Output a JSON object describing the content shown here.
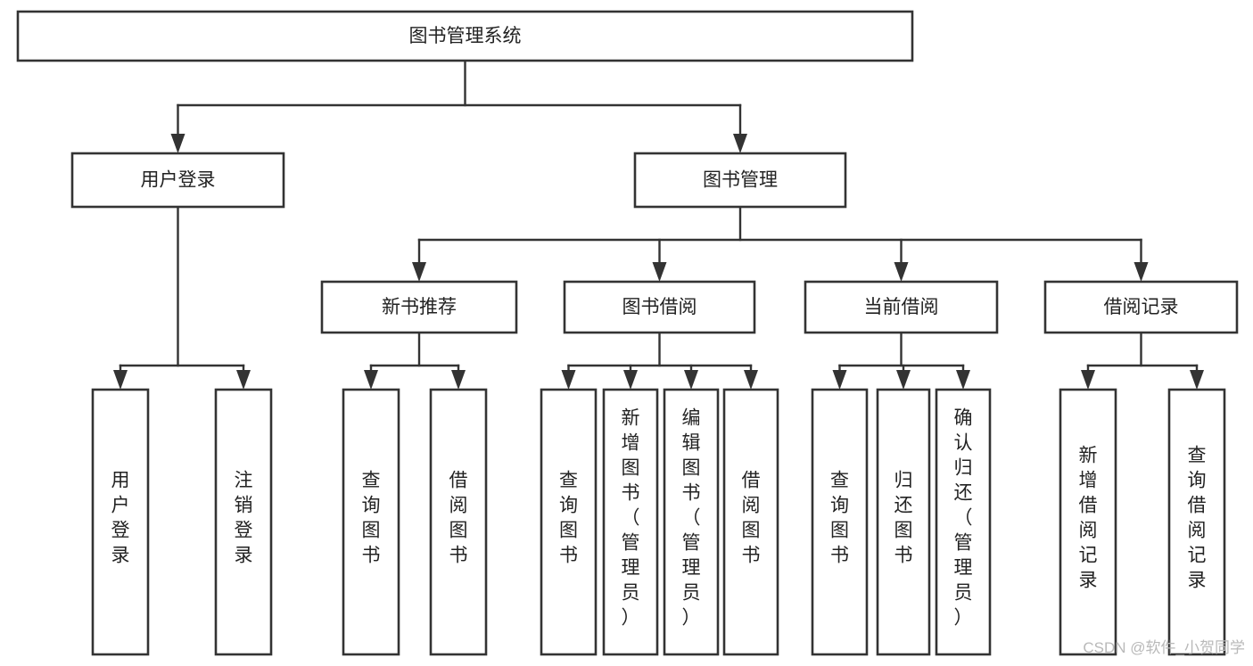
{
  "diagram": {
    "title": "图书管理系统",
    "type": "tree-hierarchy-diagram",
    "colors": {
      "box_stroke": "#333333",
      "box_fill": "#ffffff",
      "text": "#222222",
      "canvas": "#ffffff",
      "watermark": "#b9b9b9"
    },
    "root": {
      "id": "root",
      "label": "图书管理系统"
    },
    "level2": [
      {
        "id": "user-login",
        "label": "用户登录"
      },
      {
        "id": "book-management",
        "label": "图书管理"
      }
    ],
    "level3": [
      {
        "id": "new-book-recommend",
        "label": "新书推荐",
        "parent": "book-management"
      },
      {
        "id": "book-borrow",
        "label": "图书借阅",
        "parent": "book-management"
      },
      {
        "id": "current-borrow",
        "label": "当前借阅",
        "parent": "book-management"
      },
      {
        "id": "borrow-record",
        "label": "借阅记录",
        "parent": "book-management"
      }
    ],
    "leaves": {
      "user-login": [
        {
          "id": "leaf-user-login",
          "label": "用户登录"
        },
        {
          "id": "leaf-user-logout",
          "label": "注销登录"
        }
      ],
      "new-book-recommend": [
        {
          "id": "leaf-query-book-1",
          "label": "查询图书"
        },
        {
          "id": "leaf-borrow-book-1",
          "label": "借阅图书"
        }
      ],
      "book-borrow": [
        {
          "id": "leaf-query-book-2",
          "label": "查询图书"
        },
        {
          "id": "leaf-add-book",
          "label": "新增图书（管理员）"
        },
        {
          "id": "leaf-edit-book",
          "label": "编辑图书（管理员）"
        },
        {
          "id": "leaf-borrow-book-2",
          "label": "借阅图书"
        }
      ],
      "current-borrow": [
        {
          "id": "leaf-query-book-3",
          "label": "查询图书"
        },
        {
          "id": "leaf-return-book",
          "label": "归还图书"
        },
        {
          "id": "leaf-confirm-return",
          "label": "确认归还（管理员）"
        }
      ],
      "borrow-record": [
        {
          "id": "leaf-add-record",
          "label": "新增借阅记录"
        },
        {
          "id": "leaf-query-record",
          "label": "查询借阅记录"
        }
      ]
    }
  },
  "watermark": {
    "text": "CSDN @软件_小贺同学"
  }
}
